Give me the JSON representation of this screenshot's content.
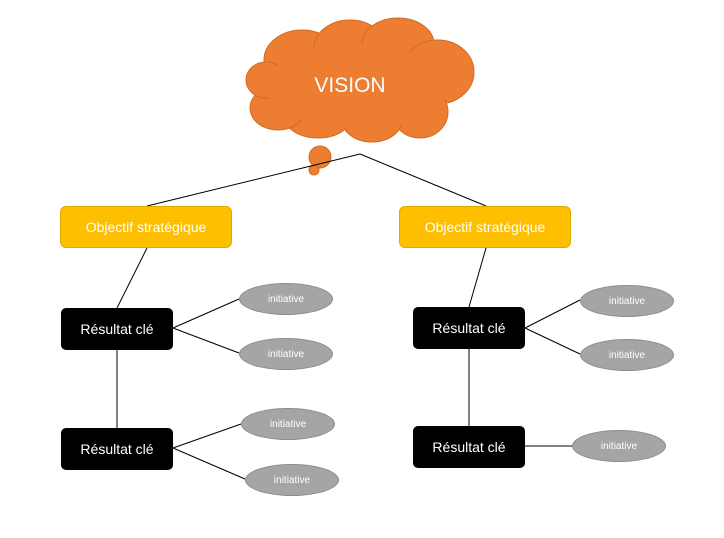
{
  "colors": {
    "cloud": "#ed7d31",
    "objective": "#fdbf00",
    "key_result": "#000000",
    "initiative": "#a5a5a5",
    "connector": "#000000"
  },
  "vision": {
    "label": "VISION"
  },
  "left": {
    "objective": "Objectif stratégique",
    "key_results": [
      {
        "label": "Résultat clé",
        "initiatives": [
          "initiative",
          "initiative"
        ]
      },
      {
        "label": "Résultat clé",
        "initiatives": [
          "initiative",
          "initiative"
        ]
      }
    ]
  },
  "right": {
    "objective": "Objectif stratégique",
    "key_results": [
      {
        "label": "Résultat clé",
        "initiatives": [
          "initiative",
          "initiative"
        ]
      },
      {
        "label": "Résultat clé",
        "initiatives": [
          "initiative"
        ]
      }
    ]
  }
}
